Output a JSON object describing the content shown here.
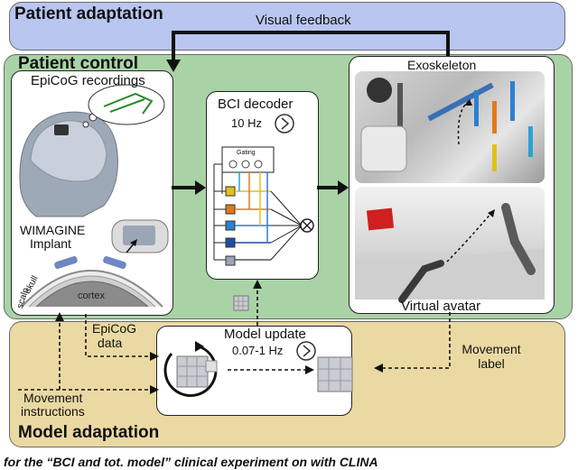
{
  "sections": {
    "patient_adaptation": "Patient adaptation",
    "patient_control": "Patient control",
    "model_adaptation": "Model adaptation"
  },
  "labels": {
    "visual_feedback": "Visual feedback",
    "epicog_recordings": "EpiCoG recordings",
    "wimagine_line1": "WIMAGINE",
    "wimagine_line2": "Implant",
    "cortex": "cortex",
    "scalp": "scalp",
    "skull": "skull",
    "bci_decoder": "BCI decoder",
    "decoder_rate": "10 Hz",
    "gating": "Gating",
    "exoskeleton": "Exoskeleton",
    "virtual_avatar": "Virtual avatar",
    "epicog_data_line1": "EpiCoG",
    "epicog_data_line2": "data",
    "model_update": "Model update",
    "update_rate": "0.07-1 Hz",
    "movement_label_line1": "Movement",
    "movement_label_line2": "label",
    "movement_instr_line1": "Movement",
    "movement_instr_line2": "instructions",
    "caption_fragment": "for the “BCI and tot. model” clinical experiment on with CLINA"
  },
  "colors": {
    "patient_adaptation_band": "#b8c6f0",
    "patient_control_band": "#a9d3a6",
    "model_adaptation_band": "#ead9a2"
  }
}
